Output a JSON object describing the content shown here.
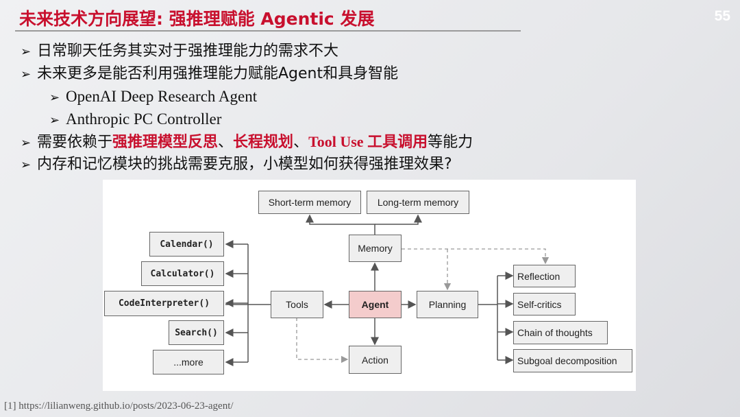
{
  "slide": {
    "title": "未来技术方向展望: 强推理赋能 Agentic 发展",
    "page_number": "55",
    "bullet_marker": "➢",
    "bullets": [
      {
        "text": "日常聊天任务其实对于强推理能力的需求不大"
      },
      {
        "text": "未来更多是能否利用强推理能力赋能Agent和具身智能"
      },
      {
        "text": "OpenAI Deep Research Agent"
      },
      {
        "text": "Anthropic PC Controller"
      },
      {
        "parts": [
          "需要依赖于",
          "强推理模型反思",
          "、",
          "长程规划",
          "、",
          "Tool Use ",
          "工具调用",
          "等能力"
        ]
      },
      {
        "text": "内存和记忆模块的挑战需要克服，小模型如何获得强推理效果?"
      }
    ],
    "footnote": "[1] https://lilianweng.github.io/posts/2023-06-23-agent/"
  },
  "diagram": {
    "short_term_memory": "Short-term memory",
    "long_term_memory": "Long-term memory",
    "memory": "Memory",
    "agent": "Agent",
    "tools": "Tools",
    "planning": "Planning",
    "action": "Action",
    "tool_items": [
      "Calendar()",
      "Calculator()",
      "CodeInterpreter()",
      "Search()",
      "...more"
    ],
    "planning_items": [
      "Reflection",
      "Self-critics",
      "Chain of thoughts",
      "Subgoal decomposition"
    ],
    "agent_color": "#f4cccc"
  }
}
